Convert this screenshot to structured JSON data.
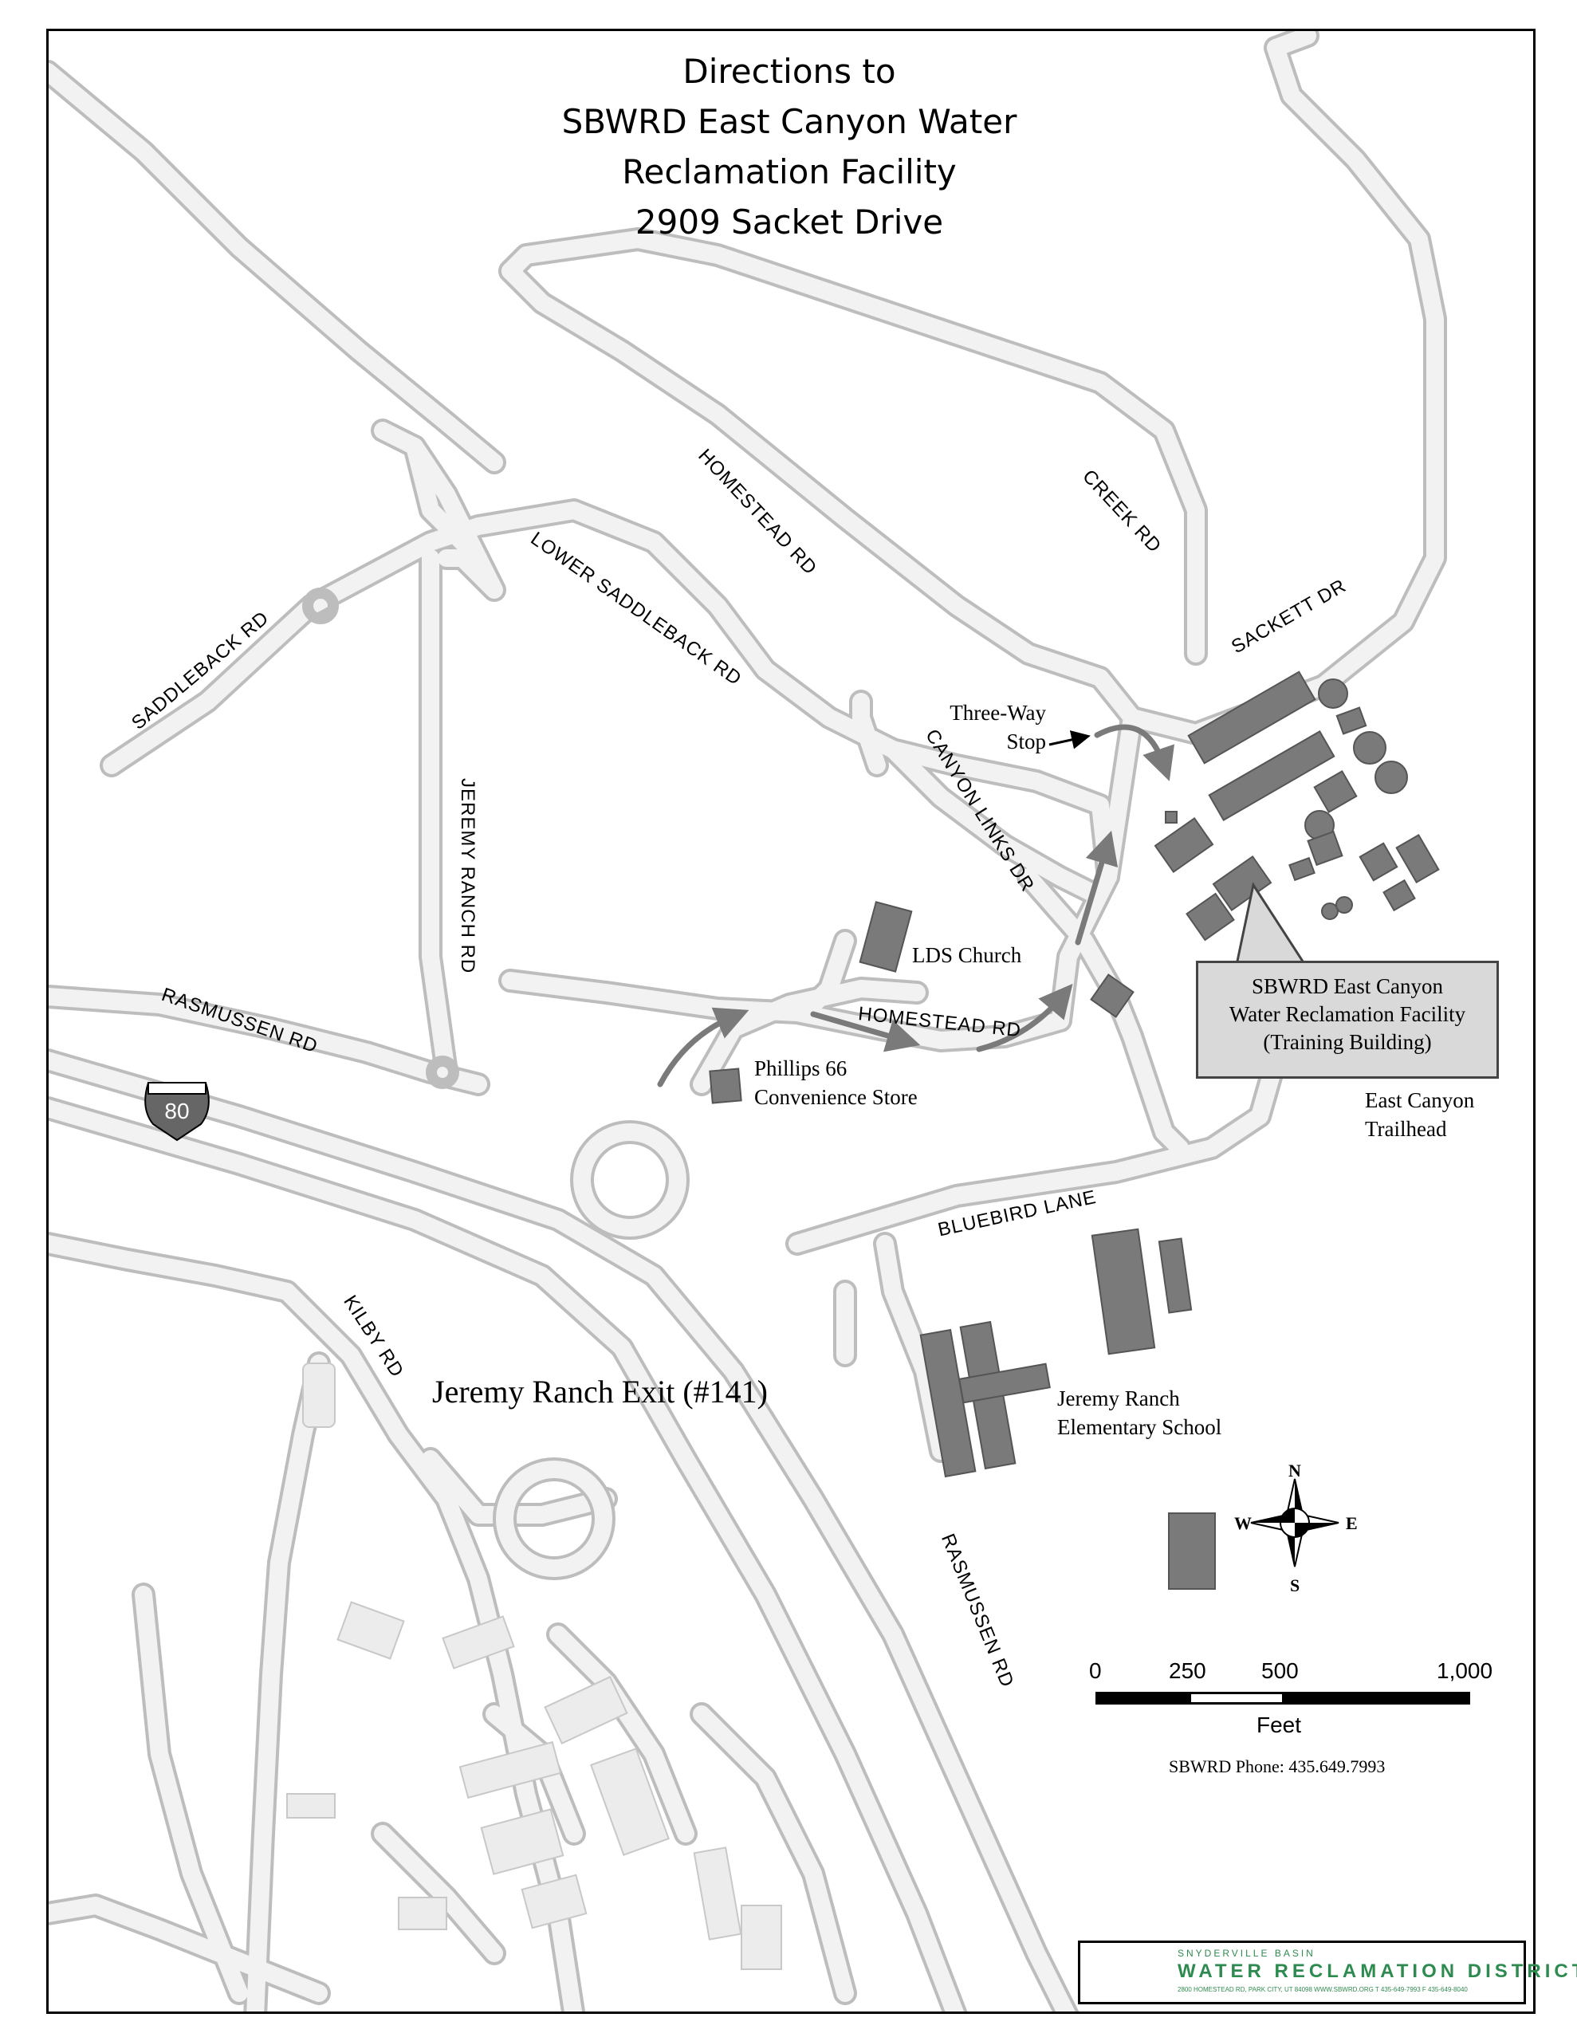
{
  "title": {
    "line1": "Directions to",
    "line2": "SBWRD East Canyon Water",
    "line3": "Reclamation Facility",
    "line4": "2909 Sacket Drive"
  },
  "roads": {
    "homestead_upper": "HOMESTEAD RD",
    "creek": "CREEK RD",
    "lower_saddleback": "LOWER SADDLEBACK RD",
    "sackett": "SACKETT DR",
    "saddleback": "SADDLEBACK RD",
    "jeremy_ranch": "JEREMY RANCH RD",
    "canyon_links": "CANYON LINKS  DR",
    "rasmussen_upper": "RASMUSSEN RD",
    "homestead_lower": "HOMESTEAD RD",
    "bluebird": "BLUEBIRD LANE",
    "kilby": "KILBY RD",
    "rasmussen_lower": "RASMUSSEN RD"
  },
  "interstate": "80",
  "places": {
    "three_way": [
      "Three-Way",
      "Stop"
    ],
    "lds": "LDS Church",
    "phillips": [
      "Phillips 66",
      "Convenience Store"
    ],
    "trailhead": [
      "East Canyon",
      "Trailhead"
    ],
    "school": [
      "Jeremy Ranch",
      "Elementary School"
    ],
    "exit": "Jeremy Ranch Exit (#141)"
  },
  "callout": {
    "line1": "SBWRD East Canyon",
    "line2": "Water Reclamation Facility",
    "line3": "(Training Building)"
  },
  "compass": {
    "n": "N",
    "s": "S",
    "e": "E",
    "w": "W"
  },
  "scale": {
    "ticks": [
      "0",
      "250",
      "500",
      "1,000"
    ],
    "unit": "Feet"
  },
  "phone": "SBWRD Phone: 435.649.7993",
  "logo": {
    "small": "SNYDERVILLE BASIN",
    "main": "WATER RECLAMATION DISTRICT",
    "address": "2800 HOMESTEAD RD, PARK CITY, UT 84098    WWW.SBWRD.ORG    T 435-649-7993    F 435-649-8040"
  },
  "colors": {
    "road_fill": "#f2f2f2",
    "road_edge": "#bdbdbd",
    "building": "#7a7a7a",
    "route_arrow": "#7a7a7a",
    "callout_fill": "#d9d9d9",
    "logo_green": "#2e8b4f"
  }
}
